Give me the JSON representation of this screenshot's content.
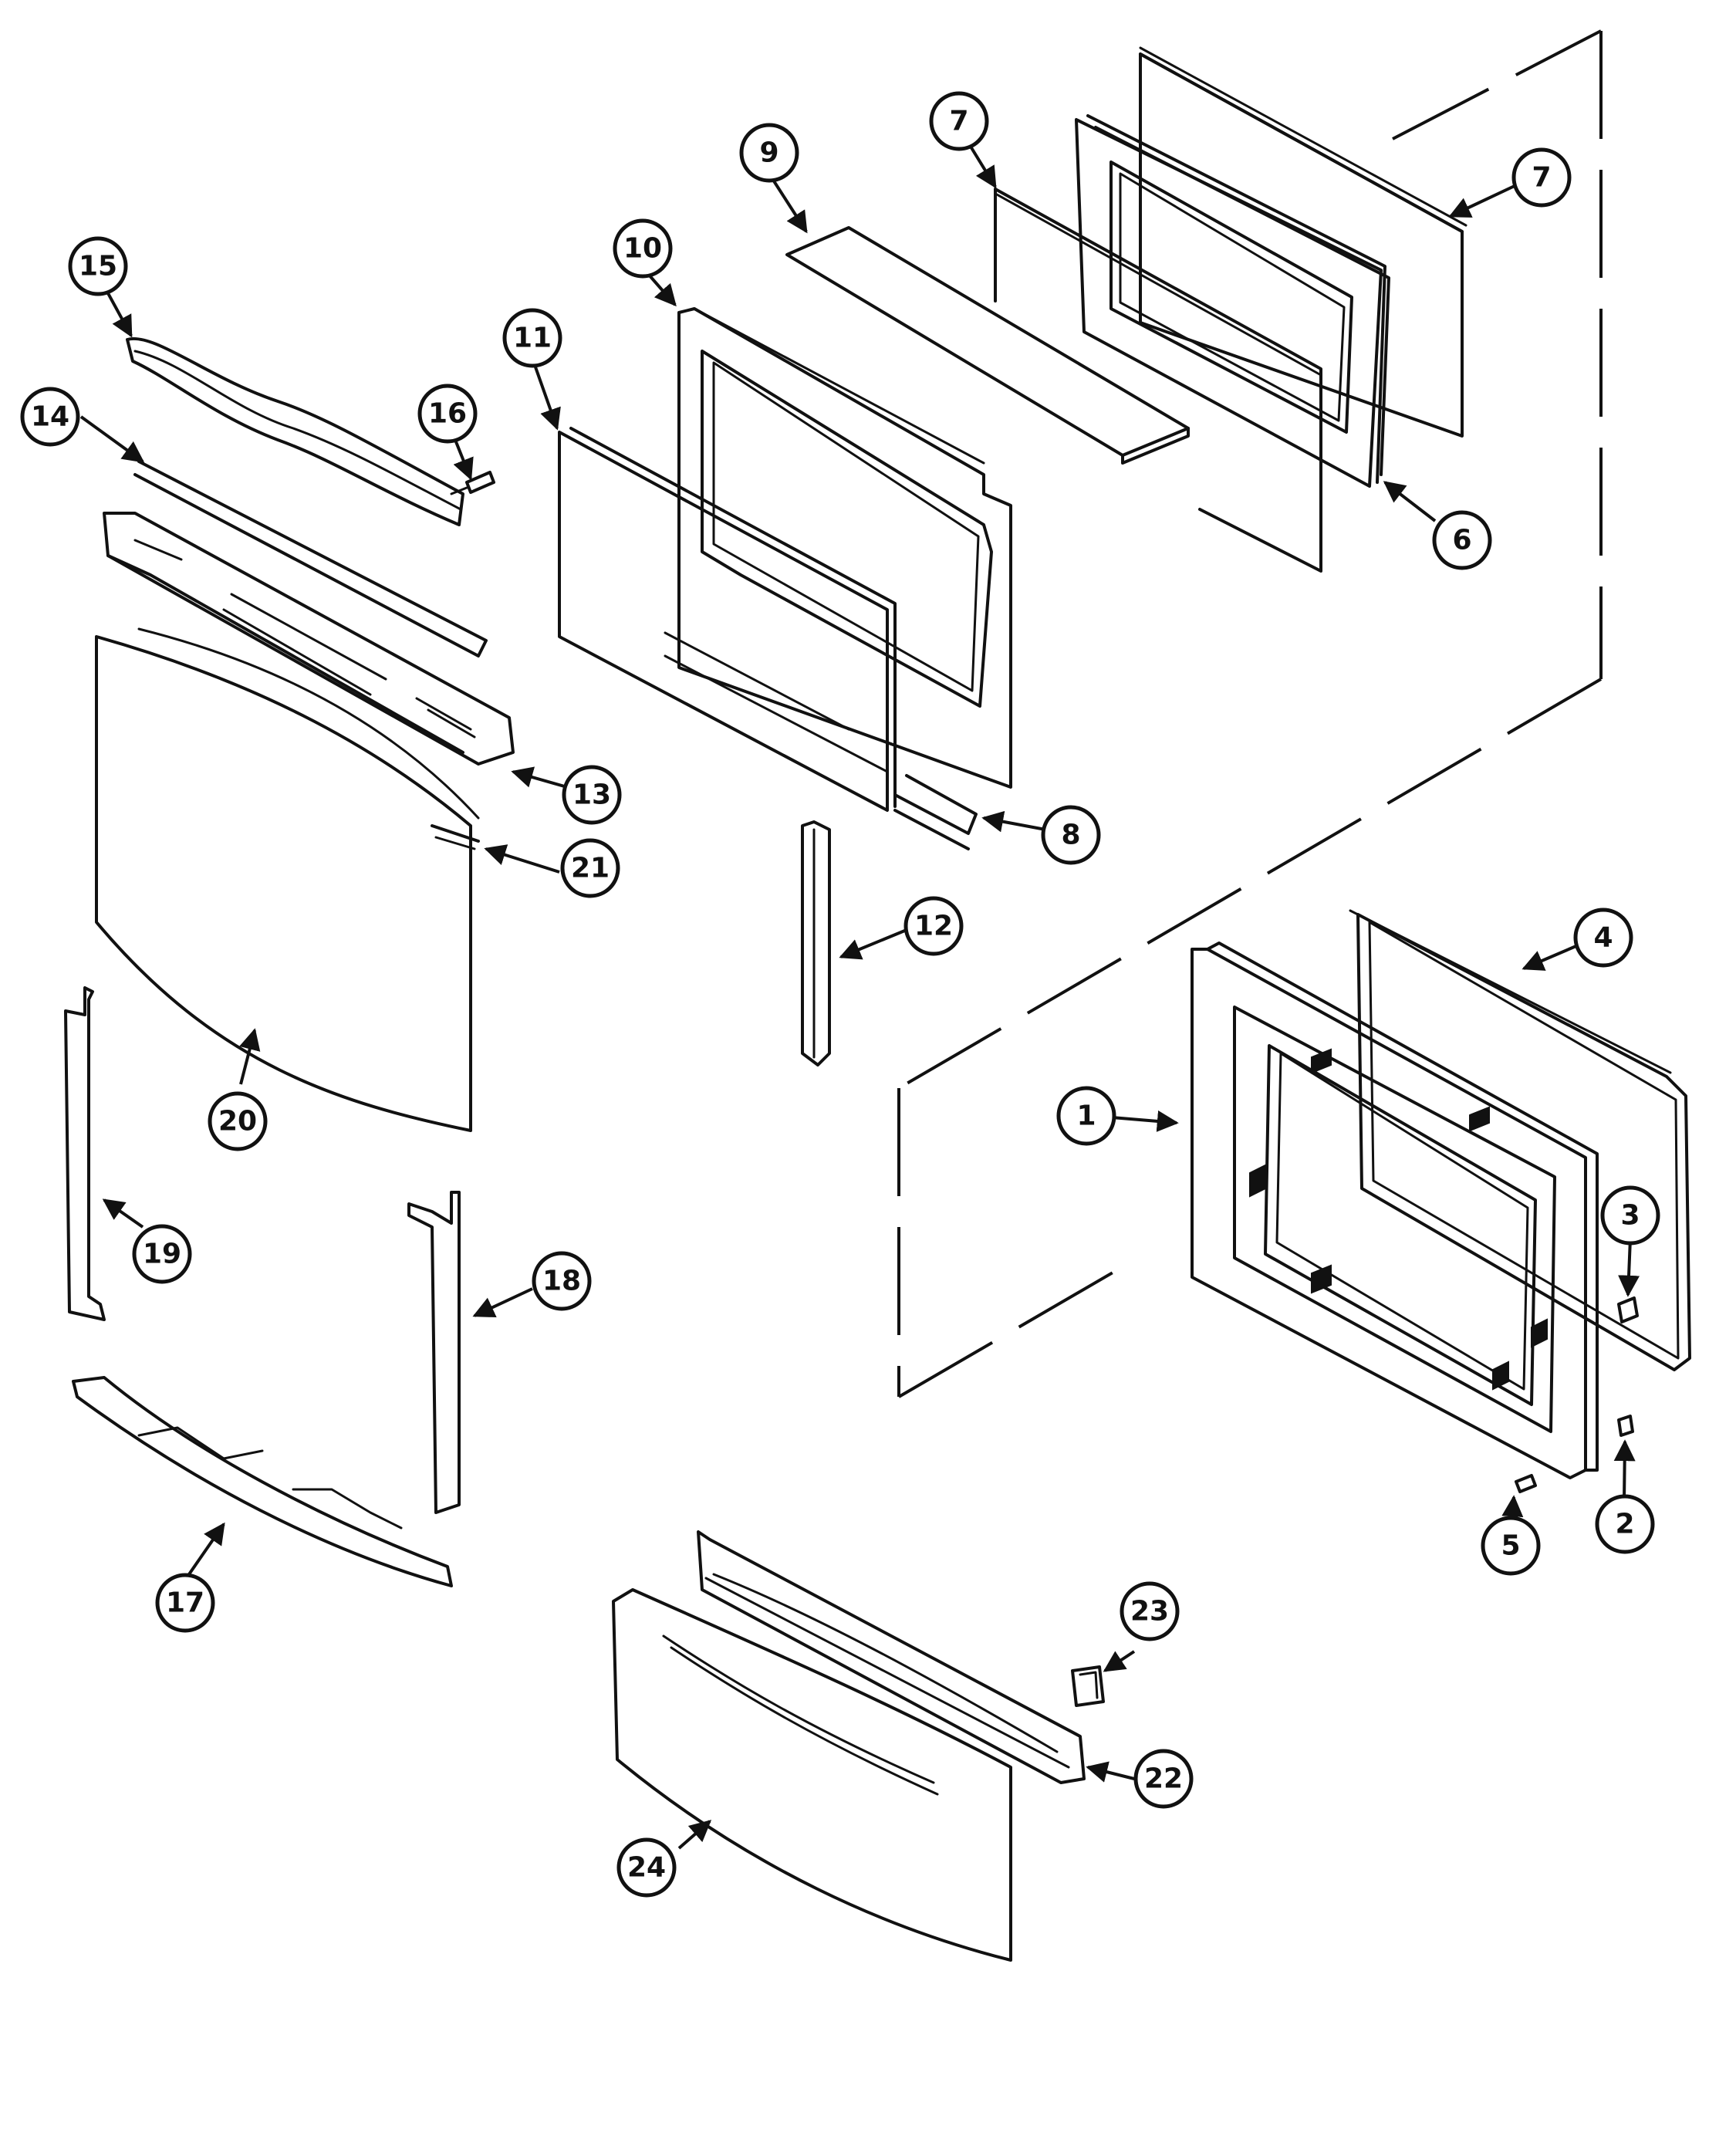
{
  "callouts": [
    {
      "id": "c1",
      "label": "1"
    },
    {
      "id": "c2",
      "label": "2"
    },
    {
      "id": "c3",
      "label": "3"
    },
    {
      "id": "c4",
      "label": "4"
    },
    {
      "id": "c5",
      "label": "5"
    },
    {
      "id": "c6",
      "label": "6"
    },
    {
      "id": "c7a",
      "label": "7"
    },
    {
      "id": "c7b",
      "label": "7"
    },
    {
      "id": "c8",
      "label": "8"
    },
    {
      "id": "c9",
      "label": "9"
    },
    {
      "id": "c10",
      "label": "10"
    },
    {
      "id": "c11",
      "label": "11"
    },
    {
      "id": "c12",
      "label": "12"
    },
    {
      "id": "c13",
      "label": "13"
    },
    {
      "id": "c14",
      "label": "14"
    },
    {
      "id": "c15",
      "label": "15"
    },
    {
      "id": "c16",
      "label": "16"
    },
    {
      "id": "c17",
      "label": "17"
    },
    {
      "id": "c18",
      "label": "18"
    },
    {
      "id": "c19",
      "label": "19"
    },
    {
      "id": "c20",
      "label": "20"
    },
    {
      "id": "c21",
      "label": "21"
    },
    {
      "id": "c22",
      "label": "22"
    },
    {
      "id": "c23",
      "label": "23"
    },
    {
      "id": "c24",
      "label": "24"
    }
  ]
}
